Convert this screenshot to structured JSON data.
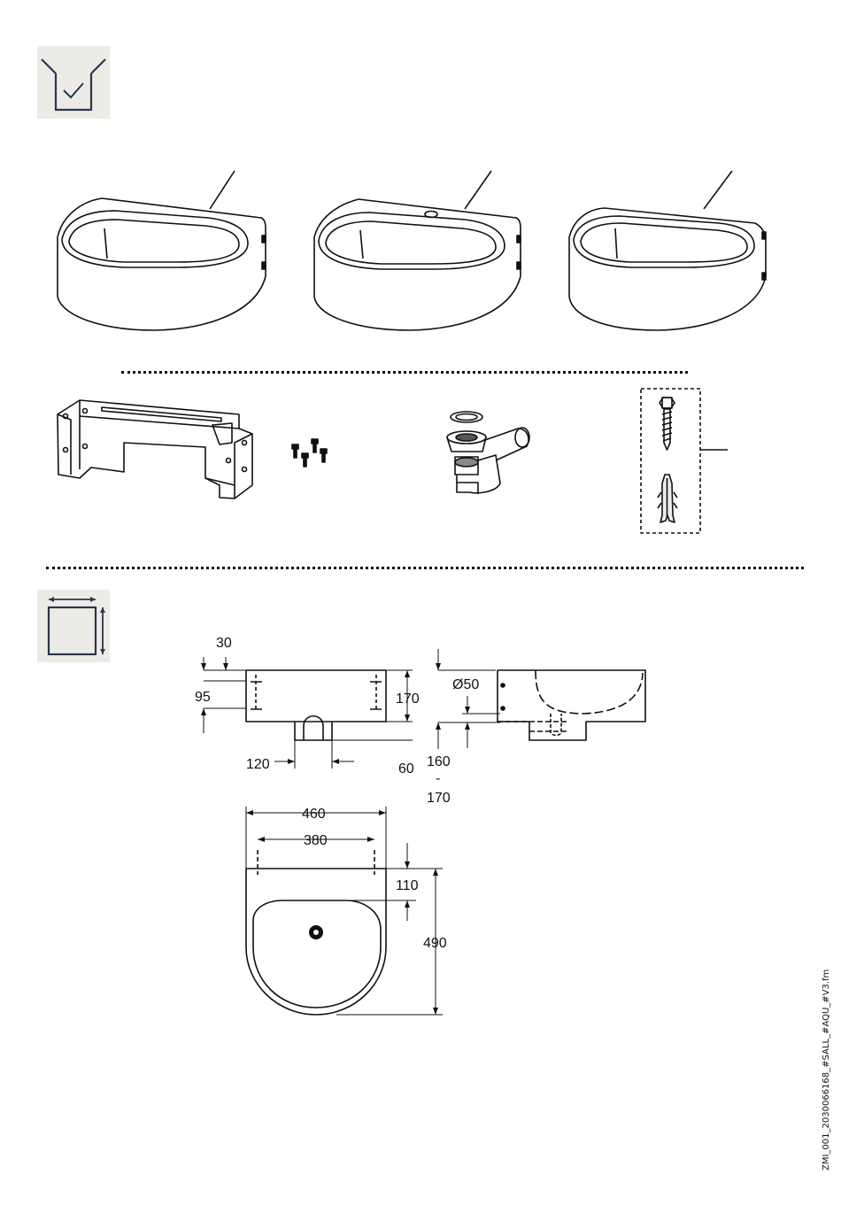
{
  "sections": {
    "scope_of_delivery": {
      "icon": "box-check-icon"
    },
    "dimensions": {
      "icon": "dimensions-square-icon"
    }
  },
  "parts": {
    "basins": [
      "basin-variant-1",
      "basin-variant-2",
      "basin-variant-3"
    ],
    "accessories": [
      "mounting-bracket",
      "screws",
      "siphon-trap",
      "fixing-set"
    ]
  },
  "dimensions": {
    "d30": "30",
    "d95": "95",
    "d170": "170",
    "d120": "120",
    "d60": "60",
    "d50": "Ø50",
    "d160": "160",
    "dash": "-",
    "d170b": "170",
    "d460": "460",
    "d380": "380",
    "d110": "110",
    "d490": "490"
  },
  "footer": {
    "doc_id": "ZMI_001_2030066168_#SALL_#AQU_#V3.fm"
  }
}
